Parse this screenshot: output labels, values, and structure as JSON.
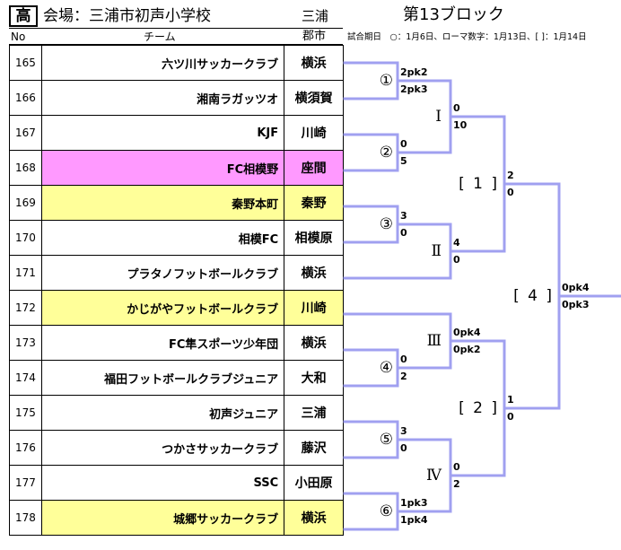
{
  "header": {
    "grade": "高",
    "venue": "会場：三浦市初声小学校",
    "venue_city": "三浦",
    "block_title": "第13ブロック",
    "dates_note": "試合期日　○：1月6日、ローマ数字：1月13日、[ ]：1月14日"
  },
  "columns": {
    "no": "No",
    "team": "チーム",
    "city": "郡市"
  },
  "colors": {
    "highlight_yellow": "#ffff99",
    "highlight_pink": "#ff99ff",
    "bracket_line": "#a0a0f0"
  },
  "teams": [
    {
      "no": "165",
      "name": "六ツ川サッカークラブ",
      "city": "横浜",
      "highlight": "none"
    },
    {
      "no": "166",
      "name": "湘南ラガッツオ",
      "city": "横須賀",
      "highlight": "none"
    },
    {
      "no": "167",
      "name": "KJF",
      "city": "川崎",
      "highlight": "none"
    },
    {
      "no": "168",
      "name": "FC相模野",
      "city": "座間",
      "highlight": "pink"
    },
    {
      "no": "169",
      "name": "秦野本町",
      "city": "秦野",
      "highlight": "yellow"
    },
    {
      "no": "170",
      "name": "相模FC",
      "city": "相模原",
      "highlight": "none"
    },
    {
      "no": "171",
      "name": "プラタノフットボールクラブ",
      "city": "横浜",
      "highlight": "none"
    },
    {
      "no": "172",
      "name": "かじがやフットボールクラブ",
      "city": "川崎",
      "highlight": "yellow"
    },
    {
      "no": "173",
      "name": "FC隼スポーツ少年団",
      "city": "横浜",
      "highlight": "none"
    },
    {
      "no": "174",
      "name": "福田フットボールクラブジュニア",
      "city": "大和",
      "highlight": "none"
    },
    {
      "no": "175",
      "name": "初声ジュニア",
      "city": "三浦",
      "highlight": "none"
    },
    {
      "no": "176",
      "name": "つかさサッカークラブ",
      "city": "藤沢",
      "highlight": "none"
    },
    {
      "no": "177",
      "name": "SSC",
      "city": "小田原",
      "highlight": "none"
    },
    {
      "no": "178",
      "name": "城郷サッカークラブ",
      "city": "横浜",
      "highlight": "yellow"
    }
  ],
  "matches": {
    "m1": {
      "label": "①",
      "score_top": "2pk2",
      "score_bottom": "2pk3"
    },
    "m2": {
      "label": "②",
      "score_top": "0",
      "score_bottom": "5"
    },
    "m3": {
      "label": "③",
      "score_top": "3",
      "score_bottom": "0"
    },
    "m4": {
      "label": "④",
      "score_top": "0",
      "score_bottom": "2"
    },
    "m5": {
      "label": "⑤",
      "score_top": "3",
      "score_bottom": "0"
    },
    "m6": {
      "label": "⑥",
      "score_top": "1pk3",
      "score_bottom": "1pk4"
    },
    "mI": {
      "label": "Ⅰ",
      "score_top": "0",
      "score_bottom": "10"
    },
    "mII": {
      "label": "Ⅱ",
      "score_top": "4",
      "score_bottom": "0"
    },
    "mIII": {
      "label": "Ⅲ",
      "score_top": "0pk4",
      "score_bottom": "0pk2"
    },
    "mIV": {
      "label": "Ⅳ",
      "score_top": "0",
      "score_bottom": "2"
    },
    "b1": {
      "label": "[ 1 ]",
      "score_top": "2",
      "score_bottom": "0"
    },
    "b2": {
      "label": "[ 2 ]",
      "score_top": "1",
      "score_bottom": "0"
    },
    "b4": {
      "label": "[ 4 ]",
      "score_top": "0pk4",
      "score_bottom": "0pk3"
    }
  }
}
